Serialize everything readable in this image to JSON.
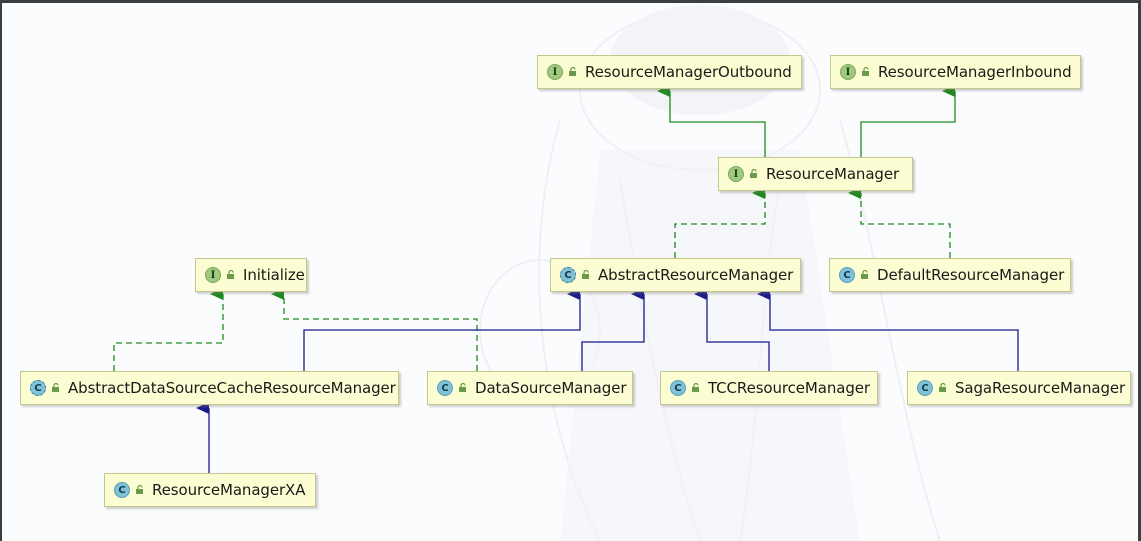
{
  "diagram": {
    "nodes": [
      {
        "id": "outbound",
        "kind": "I",
        "name": "ResourceManagerOutbound",
        "icon": "interface-icon"
      },
      {
        "id": "inbound",
        "kind": "I",
        "name": "ResourceManagerInbound",
        "icon": "interface-icon"
      },
      {
        "id": "rm",
        "kind": "I",
        "name": "ResourceManager",
        "icon": "interface-icon"
      },
      {
        "id": "initialize",
        "kind": "I",
        "name": "Initialize",
        "icon": "interface-icon"
      },
      {
        "id": "abstract_rm",
        "kind": "AC",
        "name": "AbstractResourceManager",
        "icon": "abstract-class-icon"
      },
      {
        "id": "default_rm",
        "kind": "C",
        "name": "DefaultResourceManager",
        "icon": "class-icon"
      },
      {
        "id": "abstract_ds",
        "kind": "AC",
        "name": "AbstractDataSourceCacheResourceManager",
        "icon": "abstract-class-icon"
      },
      {
        "id": "ds_rm",
        "kind": "C",
        "name": "DataSourceManager",
        "icon": "class-icon"
      },
      {
        "id": "tcc_rm",
        "kind": "C",
        "name": "TCCResourceManager",
        "icon": "class-icon"
      },
      {
        "id": "saga_rm",
        "kind": "C",
        "name": "SagaResourceManager",
        "icon": "class-icon"
      },
      {
        "id": "xa_rm",
        "kind": "C",
        "name": "ResourceManagerXA",
        "icon": "class-icon"
      }
    ],
    "edges": [
      {
        "from": "rm",
        "to": "outbound",
        "type": "extends"
      },
      {
        "from": "rm",
        "to": "inbound",
        "type": "extends"
      },
      {
        "from": "abstract_rm",
        "to": "rm",
        "type": "implements"
      },
      {
        "from": "default_rm",
        "to": "rm",
        "type": "implements"
      },
      {
        "from": "abstract_ds",
        "to": "initialize",
        "type": "implements"
      },
      {
        "from": "ds_rm",
        "to": "initialize",
        "type": "implements"
      },
      {
        "from": "abstract_ds",
        "to": "abstract_rm",
        "type": "extends"
      },
      {
        "from": "ds_rm",
        "to": "abstract_rm",
        "type": "extends"
      },
      {
        "from": "tcc_rm",
        "to": "abstract_rm",
        "type": "extends"
      },
      {
        "from": "saga_rm",
        "to": "abstract_rm",
        "type": "extends"
      },
      {
        "from": "xa_rm",
        "to": "abstract_ds",
        "type": "extends"
      }
    ],
    "kind_letters": {
      "I": "I",
      "C": "C",
      "AC": "C"
    },
    "colors": {
      "interface_extends": "#1e8a1e",
      "implements": "#1e8a1e",
      "class_extends": "#1a1a8c",
      "node_fill": "#fdfdd3",
      "node_border": "#c5c58e"
    }
  }
}
